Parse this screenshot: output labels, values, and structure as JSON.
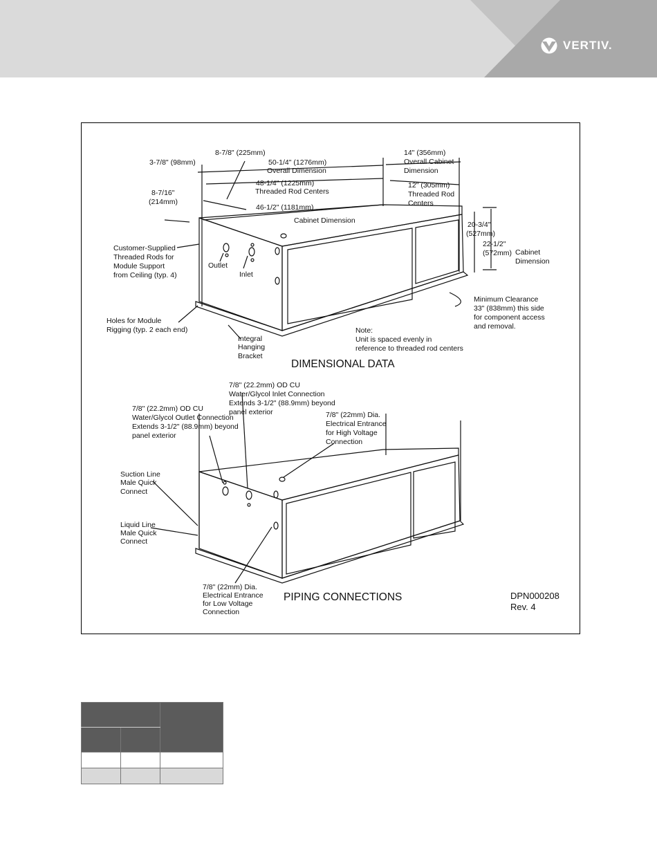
{
  "brand": {
    "logo_text": "VERTIV.",
    "header_bg": "#dadada",
    "band_dark": "#a9a9a9",
    "band_mid": "#c3c3c3"
  },
  "drawing": {
    "dimensional_title": "DIMENSIONAL DATA",
    "piping_title": "PIPING CONNECTIONS",
    "doc_number": "DPN000208",
    "revision": "Rev. 4",
    "dims": {
      "d1": "8-7/8\" (225mm)",
      "d2": "3-7/8\" (98mm)",
      "d3a": "50-1/4\" (1276mm)",
      "d3b": "Overall Dimension",
      "d4a": "14\" (356mm)",
      "d4b": "Overall Cabinet",
      "d4c": "Dimension",
      "d5a": "48-1/4\" (1225mm)",
      "d5b": "Threaded Rod Centers",
      "d6a": "12\" (305mm)",
      "d6b": "Threaded Rod",
      "d6c": "Centers",
      "d7a": "8-7/16\"",
      "d7b": "(214mm)",
      "d8": "46-1/2\" (1181mm)",
      "d9": "Cabinet Dimension",
      "d10a": "20-3/4\"",
      "d10b": "(527mm)",
      "d11a": "22-1/2\"",
      "d11b": "(572mm)",
      "d12a": "Cabinet",
      "d12b": "Dimension",
      "cs1": "Customer-Supplied",
      "cs2": "Threaded Rods for",
      "cs3": "Module Support",
      "cs4": "from Ceiling (typ. 4)",
      "outlet": "Outlet",
      "inlet": "Inlet",
      "holes1": "Holes for Module",
      "holes2": "Rigging (typ. 2 each end)",
      "br1": "Integral",
      "br2": "Hanging",
      "br3": "Bracket",
      "mc1": "Minimum Clearance",
      "mc2": "33\" (838mm) this side",
      "mc3": "for component access",
      "mc4": "and removal.",
      "note1": "Note:",
      "note2": "Unit is spaced evenly in",
      "note3": "reference to threaded rod centers"
    },
    "piping": {
      "in1": "7/8\" (22.2mm) OD CU",
      "in2": "Water/Glycol Inlet Connection",
      "in3": "Extends 3-1/2\" (88.9mm) beyond",
      "in4": "panel exterior",
      "out1": "7/8\" (22.2mm) OD CU",
      "out2": "Water/Glycol Outlet Connection",
      "out3": "Extends 3-1/2\" (88.9mm) beyond",
      "out4": "panel exterior",
      "hv1": "7/8\" (22mm) Dia.",
      "hv2": "Electrical Entrance",
      "hv3": "for High Voltage",
      "hv4": "Connection",
      "su1": "Suction Line",
      "su2": "Male Quick",
      "su3": "Connect",
      "li1": "Liquid Line",
      "li2": "Male Quick",
      "li3": "Connect",
      "lv1": "7/8\" (22mm) Dia.",
      "lv2": "Electrical Entrance",
      "lv3": "for Low Voltage",
      "lv4": "Connection"
    }
  },
  "table": {
    "header_color": "#5b5b5b",
    "alt_row_color": "#d9d9d9"
  }
}
